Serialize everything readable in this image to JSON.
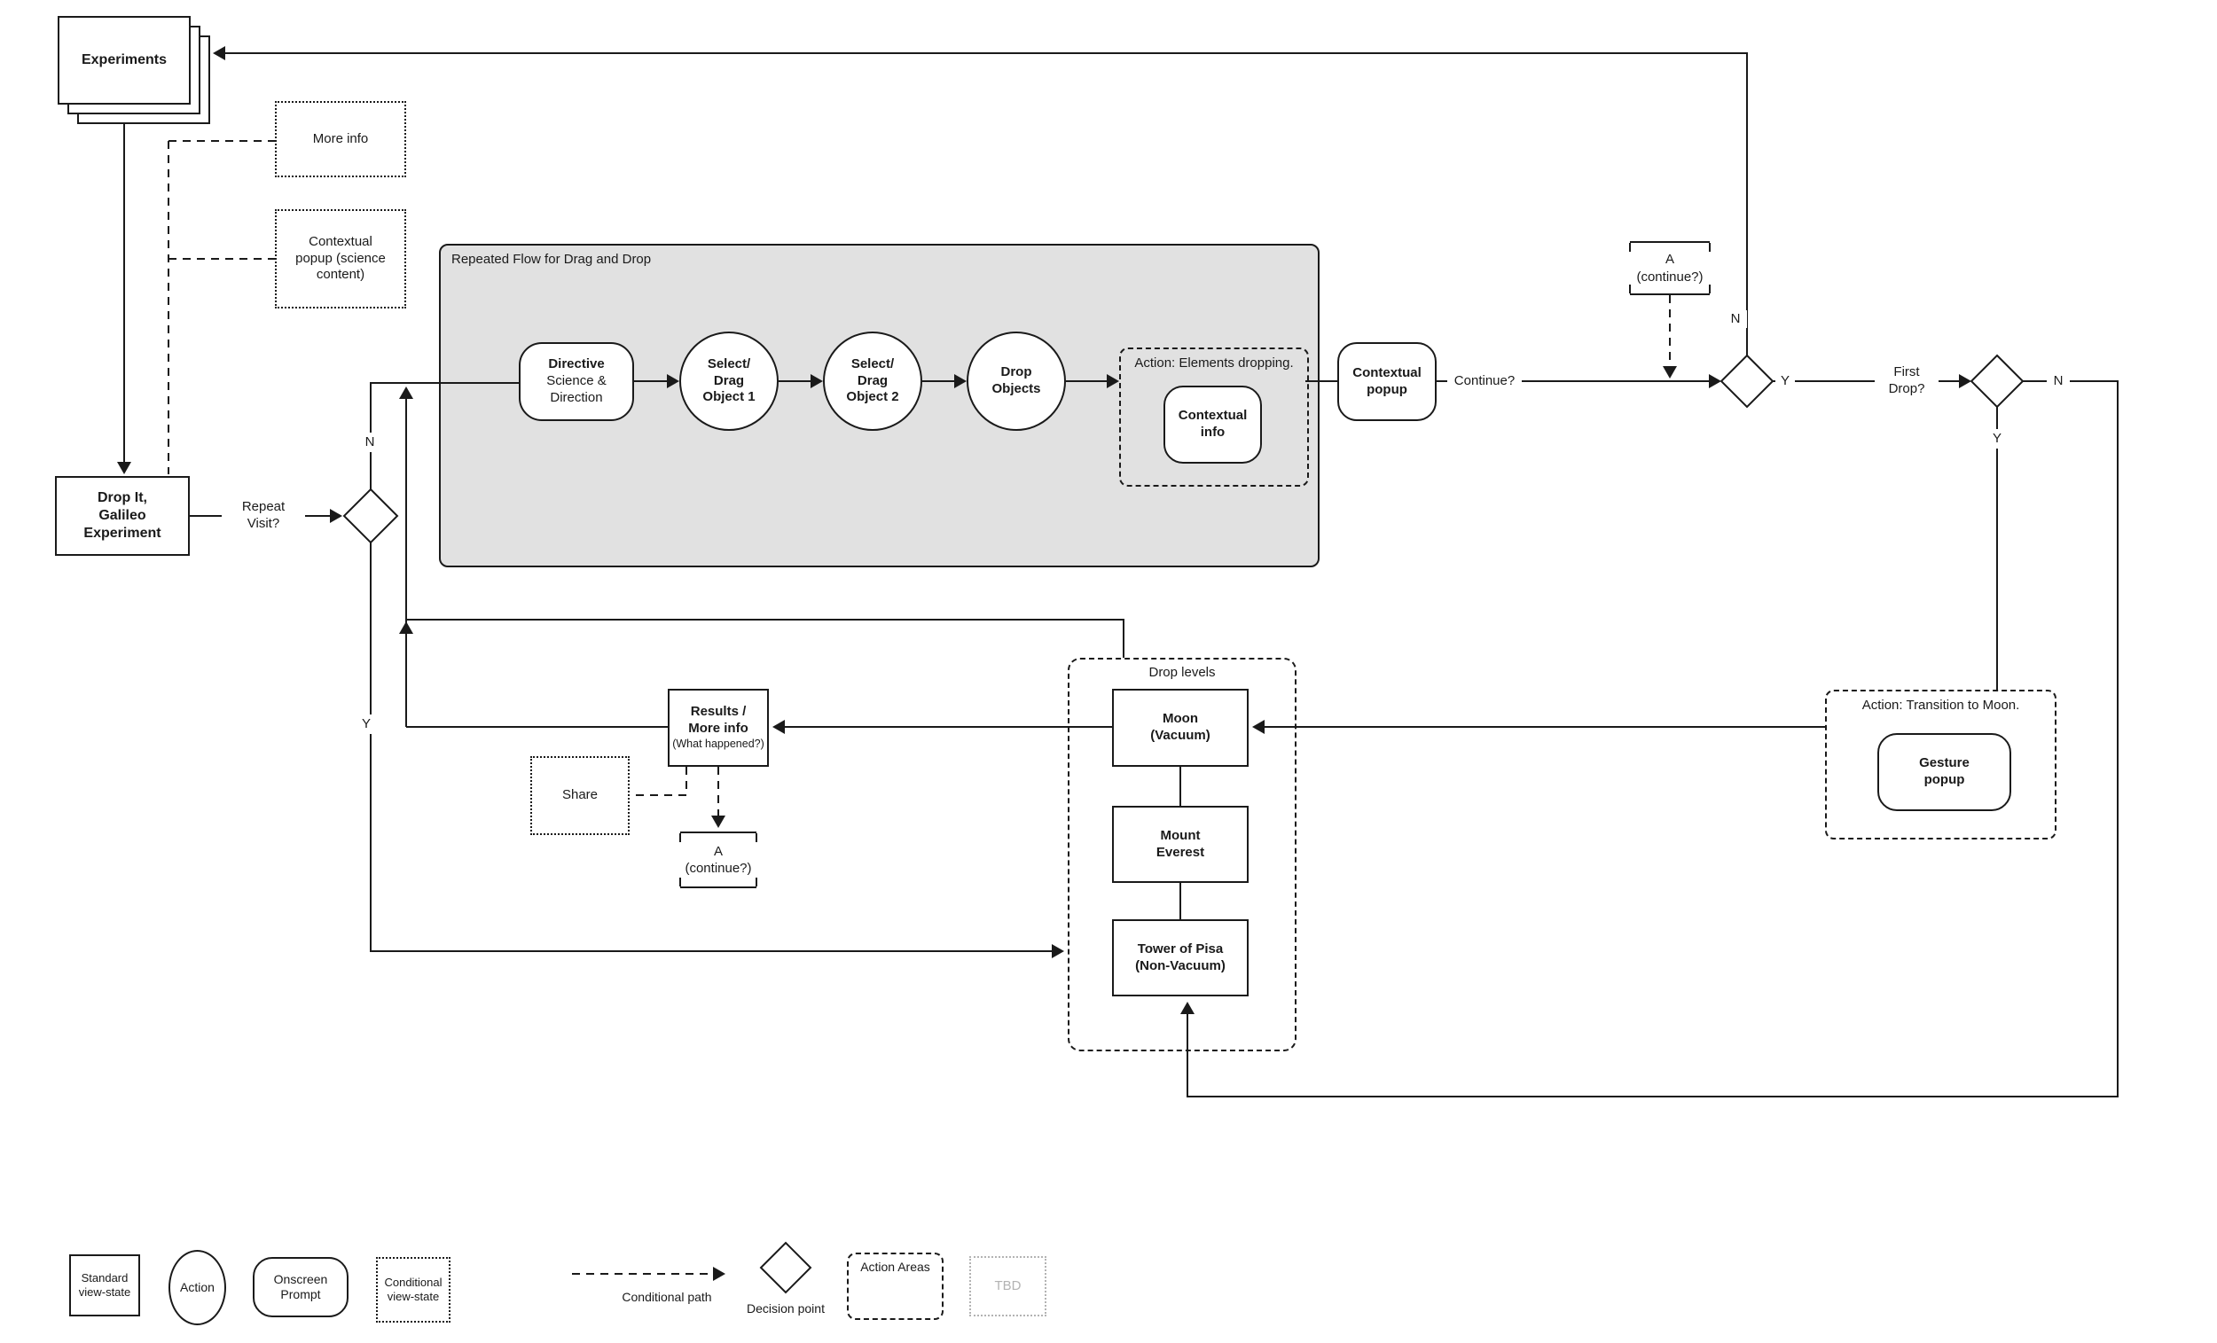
{
  "diagram": {
    "nodes": {
      "experiments": "Experiments",
      "more_info": "More info",
      "contextual_popup_science": "Contextual\npopup (science\ncontent)",
      "drop_it": "Drop It,\nGalileo\nExperiment",
      "repeated_flow_label": "Repeated Flow for Drag and Drop",
      "directive_title": "Directive",
      "directive_sub": "Science &\nDirection",
      "select_drag_1": "Select/\nDrag\nObject 1",
      "select_drag_2": "Select/\nDrag\nObject 2",
      "drop_objects": "Drop\nObjects",
      "action_dropping": "Action: Elements dropping.",
      "contextual_info": "Contextual\ninfo",
      "contextual_popup": "Contextual\npopup",
      "a_top_line1": "A",
      "a_top_line2": "(continue?)",
      "action_moon": "Action: Transition to Moon.",
      "gesture_popup": "Gesture\npopup",
      "drop_levels": "Drop levels",
      "moon": "Moon\n(Vacuum)",
      "everest": "Mount\nEverest",
      "pisa": "Tower of Pisa\n(Non-Vacuum)",
      "results_title": "Results /\nMore info",
      "results_sub": "(What happened?)",
      "share": "Share",
      "a_bottom_line1": "A",
      "a_bottom_line2": "(continue?)"
    },
    "edge_labels": {
      "repeat_visit": "Repeat\nVisit?",
      "continue_q": "Continue?",
      "first_drop": "First\nDrop?",
      "repeat_n": "N",
      "repeat_y": "Y",
      "continue_n": "N",
      "continue_y": "Y",
      "first_drop_n": "N",
      "first_drop_y": "Y"
    },
    "legend": {
      "standard": "Standard\nview-state",
      "action": "Action",
      "onscreen": "Onscreen\nPrompt",
      "conditional_view": "Conditional\nview-state",
      "conditional_path": "Conditional path",
      "decision": "Decision point",
      "action_areas": "Action Areas",
      "tbd": "TBD"
    },
    "colors": {
      "line": "#1a1a1a",
      "container_fill": "#e1e1e1",
      "tbd_gray": "#b3b3b3",
      "canvas": "#ffffff"
    }
  }
}
